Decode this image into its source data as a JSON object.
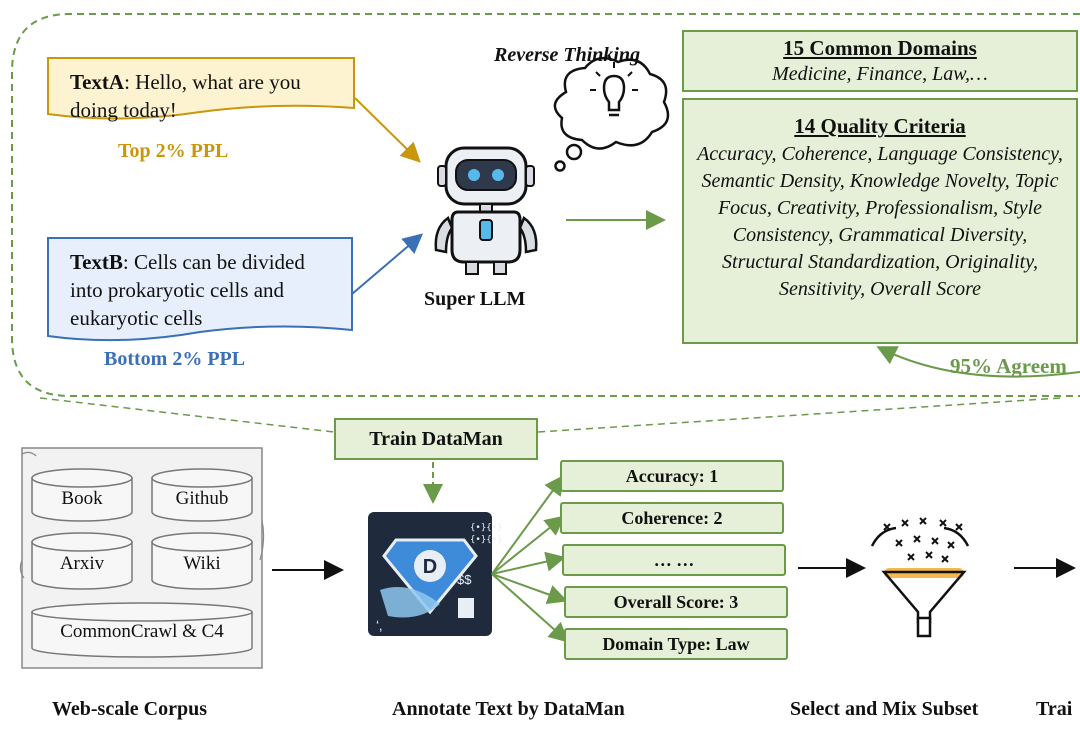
{
  "top_panel": {
    "text_a": {
      "label": "TextA",
      "content": ": Hello, what are you doing today!",
      "ppl": "Top 2% PPL"
    },
    "text_b": {
      "label": "TextB",
      "content": ": Cells can be divided into prokaryotic cells and eukaryotic cells",
      "ppl": "Bottom 2% PPL"
    },
    "reverse_thinking": "Reverse Thinking",
    "super_llm": "Super LLM",
    "domains": {
      "title": "15 Common Domains",
      "items": "Medicine, Finance, Law,…"
    },
    "criteria": {
      "title": "14 Quality Criteria",
      "items": "Accuracy, Coherence, Language Consistency, Semantic Density, Knowledge Novelty, Topic Focus, Creativity, Professionalism, Style Consistency, Grammatical Diversity, Structural Standardization, Originality, Sensitivity, Overall Score"
    },
    "agreement": "95% Agreem"
  },
  "train_dataman": "Train DataMan",
  "corpus": {
    "sources": [
      "Book",
      "Github",
      "Arxiv",
      "Wiki",
      "CommonCrawl & C4"
    ],
    "caption": "Web-scale Corpus"
  },
  "annotate_caption": "Annotate Text by DataMan",
  "annotations": [
    "Accuracy: 1",
    "Coherence: 2",
    "… …",
    "Overall Score: 3",
    "Domain Type: Law"
  ],
  "select_caption": "Select and Mix Subset",
  "train_caption": "Trai",
  "colors": {
    "green": "#6a9a4a",
    "green_fill": "#e6f0d8",
    "gold": "#c9960c",
    "blue": "#3b6fb6"
  }
}
